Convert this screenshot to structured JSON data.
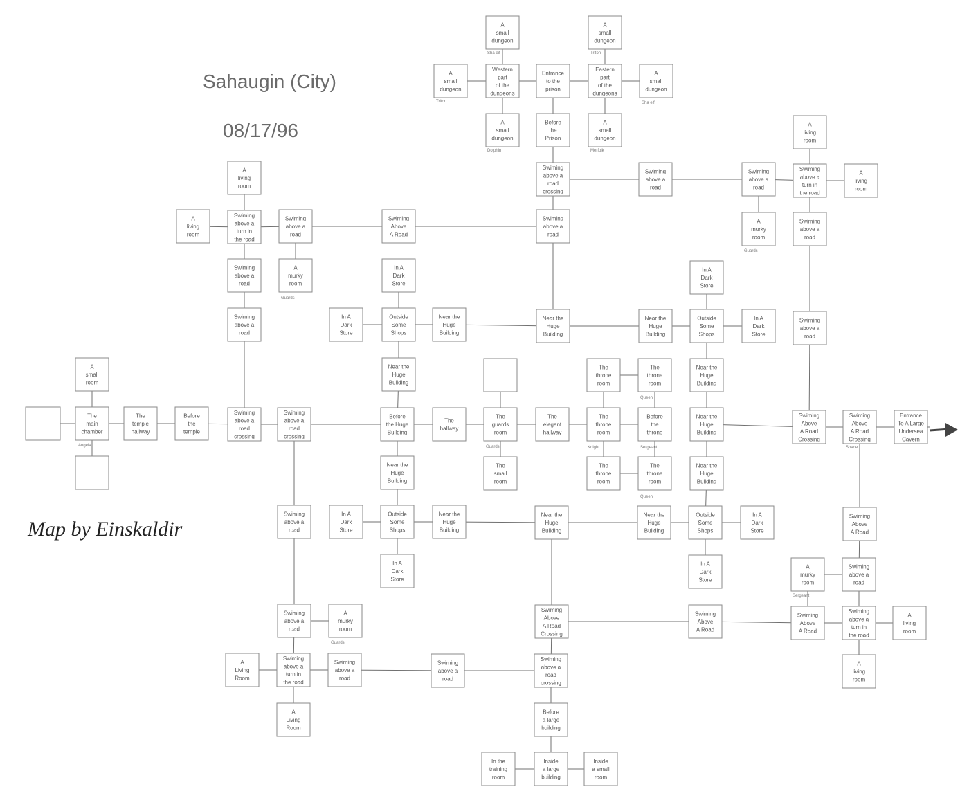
{
  "title": "Sahaugin (City)",
  "date": "08/17/96",
  "credit": "Map by Einskaldir",
  "colors": {
    "box_border": "#8a8a8a",
    "line": "#707070",
    "text": "#555555",
    "arrow": "#444444"
  },
  "rooms": [
    {
      "id": "wp_dun_top",
      "label": "A\nsmall\ndungeon"
    },
    {
      "id": "ep_dun_top",
      "label": "A\nsmall\ndungeon"
    },
    {
      "id": "w_dun_left",
      "label": "A\nsmall\ndungeon"
    },
    {
      "id": "west_dungeons",
      "label": "Western\npart\nof the\ndungeons"
    },
    {
      "id": "ent_prison",
      "label": "Entrance\nto the\nprison"
    },
    {
      "id": "east_dungeons",
      "label": "Eastern\npart\nof the\ndungeons"
    },
    {
      "id": "e_dun_right",
      "label": "A\nsmall\ndungeon"
    },
    {
      "id": "wp_dun_bot",
      "label": "A\nsmall\ndungeon"
    },
    {
      "id": "before_prison",
      "label": "Before\nthe\nPrison"
    },
    {
      "id": "ep_dun_bot",
      "label": "A\nsmall\ndungeon"
    },
    {
      "id": "tr_living_top",
      "label": "A\nliving\nroom"
    },
    {
      "id": "road_cross_n",
      "label": "Swiming\nabove a\nroad\ncrossing"
    },
    {
      "id": "road_n_mid",
      "label": "Swiming\nabove a\nroad"
    },
    {
      "id": "road_n_r1",
      "label": "Swiming\nabove a\nroad"
    },
    {
      "id": "turn_ne",
      "label": "Swiming\nabove a\nturn in\nthe road"
    },
    {
      "id": "living_ne",
      "label": "A\nliving\nroom"
    },
    {
      "id": "living_nw_top",
      "label": "A\nliving\nroom"
    },
    {
      "id": "living_nw_left",
      "label": "A\nliving\nroom"
    },
    {
      "id": "turn_nw",
      "label": "Swiming\nabove a\nturn in\nthe road"
    },
    {
      "id": "road_nw_r",
      "label": "Swiming\nabove a\nroad"
    },
    {
      "id": "above_road_n",
      "label": "Swiming\nAbove\nA Road"
    },
    {
      "id": "road_n2",
      "label": "Swiming\nabove a\nroad"
    },
    {
      "id": "murky_ne",
      "label": "A\nmurky\nroom"
    },
    {
      "id": "road_ne2",
      "label": "Swiming\nabove a\nroad"
    },
    {
      "id": "road_nw2",
      "label": "Swiming\nabove a\nroad"
    },
    {
      "id": "murky_nw",
      "label": "A\nmurky\nroom"
    },
    {
      "id": "dark_store_n1",
      "label": "In A\nDark\nStore"
    },
    {
      "id": "dark_store_n2",
      "label": "In A\nDark\nStore"
    },
    {
      "id": "road_nw3",
      "label": "Swiming\nabove a\nroad"
    },
    {
      "id": "dark_store_w1",
      "label": "In A\nDark\nStore"
    },
    {
      "id": "shops_nw",
      "label": "Outside\nSome\nShops"
    },
    {
      "id": "near_huge_n1",
      "label": "Near the\nHuge\nBuilding"
    },
    {
      "id": "near_huge_n2",
      "label": "Near the\nHuge\nBuilding"
    },
    {
      "id": "near_huge_n3",
      "label": "Near the\nHuge\nBuilding"
    },
    {
      "id": "shops_ne",
      "label": "Outside\nSome\nShops"
    },
    {
      "id": "dark_store_e1",
      "label": "In A\nDark\nStore"
    },
    {
      "id": "road_ne3",
      "label": "Swiming\nabove a\nroad"
    },
    {
      "id": "small_room_w",
      "label": "A\nsmall\nroom"
    },
    {
      "id": "near_huge_w1",
      "label": "Near the\nHuge\nBuilding"
    },
    {
      "id": "empty_guard_top",
      "label": ""
    },
    {
      "id": "throne_1",
      "label": "The\nthrone\nroom"
    },
    {
      "id": "throne_2",
      "label": "The\nthrone\nroom"
    },
    {
      "id": "near_huge_e1",
      "label": "Near the\nHuge\nBuilding"
    },
    {
      "id": "empty_far_w",
      "label": ""
    },
    {
      "id": "main_chamber",
      "label": "The\nmain\nchamber"
    },
    {
      "id": "temple_hallway",
      "label": "The\ntemple\nhallway"
    },
    {
      "id": "before_temple",
      "label": "Before\nthe\ntemple"
    },
    {
      "id": "cross_w1",
      "label": "Swiming\nabove a\nroad\ncrossing"
    },
    {
      "id": "cross_w2",
      "label": "Swiming\nabove a\nroad\ncrossing"
    },
    {
      "id": "before_huge",
      "label": "Before\nthe Huge\nBuilding"
    },
    {
      "id": "hallway",
      "label": "The\nhallway"
    },
    {
      "id": "guards_room",
      "label": "The\nguards\nroom"
    },
    {
      "id": "elegant_hallway",
      "label": "The\nelegant\nhallway"
    },
    {
      "id": "throne_3",
      "label": "The\nthrone\nroom"
    },
    {
      "id": "before_throne",
      "label": "Before\nthe\nthrone"
    },
    {
      "id": "near_huge_e2",
      "label": "Near the\nHuge\nBuilding"
    },
    {
      "id": "above_cross_e1",
      "label": "Swiming\nAbove\nA Road\nCrossing"
    },
    {
      "id": "above_cross_e2",
      "label": "Swiming\nAbove\nA Road\nCrossing"
    },
    {
      "id": "cavern_entrance",
      "label": "Entrance\nTo A Large\nUndersea\nCavern"
    },
    {
      "id": "empty_w_bot",
      "label": ""
    },
    {
      "id": "near_huge_w2",
      "label": "Near the\nHuge\nBuilding"
    },
    {
      "id": "small_room_guards",
      "label": "The\nsmall\nroom"
    },
    {
      "id": "throne_4",
      "label": "The\nthrone\nroom"
    },
    {
      "id": "throne_5",
      "label": "The\nthrone\nroom"
    },
    {
      "id": "near_huge_e3",
      "label": "Near the\nHuge\nBuilding"
    },
    {
      "id": "road_sw1",
      "label": "Swiming\nabove a\nroad"
    },
    {
      "id": "dark_store_sw1",
      "label": "In A\nDark\nStore"
    },
    {
      "id": "shops_sw",
      "label": "Outside\nSome\nShops"
    },
    {
      "id": "near_huge_s1",
      "label": "Near the\nHuge\nBuilding"
    },
    {
      "id": "near_huge_s2",
      "label": "Near the\nHuge\nBuilding"
    },
    {
      "id": "near_huge_s3",
      "label": "Near the\nHuge\nBuilding"
    },
    {
      "id": "shops_se",
      "label": "Outside\nSome\nShops"
    },
    {
      "id": "dark_store_se1",
      "label": "In A\nDark\nStore"
    },
    {
      "id": "above_road_se1",
      "label": "Swiming\nAbove\nA Road"
    },
    {
      "id": "dark_store_sw2",
      "label": "In A\nDark\nStore"
    },
    {
      "id": "dark_store_se2",
      "label": "In A\nDark\nStore"
    },
    {
      "id": "murky_se",
      "label": "A\nmurky\nroom"
    },
    {
      "id": "road_se1",
      "label": "Swiming\nabove a\nroad"
    },
    {
      "id": "road_sw2",
      "label": "Swiming\nabove a\nroad"
    },
    {
      "id": "murky_sw",
      "label": "A\nmurky\nroom"
    },
    {
      "id": "above_cross_s",
      "label": "Swiming\nAbove\nA Road\nCrossing"
    },
    {
      "id": "above_road_s1",
      "label": "Swiming\nAbove\nA Road"
    },
    {
      "id": "above_road_s2",
      "label": "Swiming\nAbove\nA Road"
    },
    {
      "id": "turn_se",
      "label": "Swiming\nabove a\nturn in\nthe road"
    },
    {
      "id": "living_se_r",
      "label": "A\nliving\nroom"
    },
    {
      "id": "living_sw_l",
      "label": "A\nLiving\nRoom"
    },
    {
      "id": "turn_sw",
      "label": "Swiming\nabove a\nturn in\nthe road"
    },
    {
      "id": "road_sw3",
      "label": "Swiming\nabove a\nroad"
    },
    {
      "id": "road_s_mid",
      "label": "Swiming\nabove a\nroad"
    },
    {
      "id": "cross_s2",
      "label": "Swiming\nabove a\nroad\ncrossing"
    },
    {
      "id": "living_se_bot",
      "label": "A\nliving\nroom"
    },
    {
      "id": "living_sw_bot",
      "label": "A\nLiving\nRoom"
    },
    {
      "id": "before_large",
      "label": "Before\na large\nbuilding"
    },
    {
      "id": "training_room",
      "label": "In the\ntraining\nroom"
    },
    {
      "id": "inside_large",
      "label": "Inside\na large\nbuilding"
    },
    {
      "id": "inside_small",
      "label": "Inside\na small\nroom"
    }
  ],
  "notes": [
    {
      "id": "n_shaxid",
      "text": "Sha eif"
    },
    {
      "id": "n_triton1",
      "text": "Triton"
    },
    {
      "id": "n_triton2",
      "text": "Triton"
    },
    {
      "id": "n_shaeif2",
      "text": "Sha eif"
    },
    {
      "id": "n_dolphin",
      "text": "Dolphin"
    },
    {
      "id": "n_merfolk",
      "text": "Merfolk"
    },
    {
      "id": "n_guards1",
      "text": "Guards"
    },
    {
      "id": "n_guards2",
      "text": "Guards"
    },
    {
      "id": "n_queen1",
      "text": "Queen"
    },
    {
      "id": "n_knight",
      "text": "Knight"
    },
    {
      "id": "n_sergeant",
      "text": "Sergeant"
    },
    {
      "id": "n_guards3",
      "text": "Guards"
    },
    {
      "id": "n_queen2",
      "text": "Queen"
    },
    {
      "id": "n_shade",
      "text": "Shade"
    },
    {
      "id": "n_guards4",
      "text": "Guards"
    },
    {
      "id": "n_sergeant2",
      "text": "Sergeant"
    },
    {
      "id": "n_angela",
      "text": "Angela"
    }
  ],
  "connections": [
    [
      "wp_dun_top",
      "west_dungeons"
    ],
    [
      "ep_dun_top",
      "east_dungeons"
    ],
    [
      "w_dun_left",
      "west_dungeons"
    ],
    [
      "west_dungeons",
      "ent_prison"
    ],
    [
      "ent_prison",
      "east_dungeons"
    ],
    [
      "east_dungeons",
      "e_dun_right"
    ],
    [
      "west_dungeons",
      "wp_dun_bot"
    ],
    [
      "ent_prison",
      "before_prison"
    ],
    [
      "east_dungeons",
      "ep_dun_bot"
    ],
    [
      "before_prison",
      "road_cross_n"
    ],
    [
      "road_cross_n",
      "road_n_mid"
    ],
    [
      "road_n_mid",
      "road_n_r1"
    ],
    [
      "road_n_r1",
      "turn_ne"
    ],
    [
      "turn_ne",
      "living_ne"
    ],
    [
      "tr_living_top",
      "turn_ne"
    ],
    [
      "road_cross_n",
      "road_n2"
    ],
    [
      "road_n_r1",
      "murky_ne"
    ],
    [
      "turn_ne",
      "road_ne2"
    ],
    [
      "living_nw_top",
      "turn_nw"
    ],
    [
      "living_nw_left",
      "turn_nw"
    ],
    [
      "turn_nw",
      "road_nw_r"
    ],
    [
      "road_nw_r",
      "above_road_n"
    ],
    [
      "above_road_n",
      "road_n2"
    ],
    [
      "turn_nw",
      "road_nw2"
    ],
    [
      "road_nw_r",
      "murky_nw"
    ],
    [
      "road_nw2",
      "road_nw3"
    ],
    [
      "dark_store_n1",
      "shops_nw"
    ],
    [
      "dark_store_w1",
      "shops_nw"
    ],
    [
      "shops_nw",
      "near_huge_n1"
    ],
    [
      "near_huge_n1",
      "near_huge_n2"
    ],
    [
      "road_n2",
      "near_huge_n2"
    ],
    [
      "near_huge_n2",
      "near_huge_n3"
    ],
    [
      "near_huge_n3",
      "shops_ne"
    ],
    [
      "shops_ne",
      "dark_store_e1"
    ],
    [
      "dark_store_n2",
      "shops_ne"
    ],
    [
      "road_ne2",
      "road_ne3"
    ],
    [
      "shops_nw",
      "near_huge_w1"
    ],
    [
      "shops_ne",
      "near_huge_e1"
    ],
    [
      "small_room_w",
      "main_chamber"
    ],
    [
      "empty_far_w",
      "main_chamber"
    ],
    [
      "main_chamber",
      "temple_hallway"
    ],
    [
      "temple_hallway",
      "before_temple"
    ],
    [
      "before_temple",
      "cross_w1"
    ],
    [
      "road_nw3",
      "cross_w1"
    ],
    [
      "cross_w1",
      "cross_w2"
    ],
    [
      "cross_w2",
      "before_huge"
    ],
    [
      "near_huge_w1",
      "before_huge"
    ],
    [
      "before_huge",
      "hallway"
    ],
    [
      "hallway",
      "guards_room"
    ],
    [
      "empty_guard_top",
      "guards_room"
    ],
    [
      "guards_room",
      "elegant_hallway"
    ],
    [
      "elegant_hallway",
      "throne_3"
    ],
    [
      "throne_1",
      "throne_2"
    ],
    [
      "throne_1",
      "throne_3"
    ],
    [
      "throne_3",
      "before_throne"
    ],
    [
      "before_throne",
      "throne_2"
    ],
    [
      "near_huge_e1",
      "near_huge_e2"
    ],
    [
      "near_huge_e2",
      "above_cross_e1"
    ],
    [
      "road_ne3",
      "above_cross_e1"
    ],
    [
      "above_cross_e1",
      "above_cross_e2"
    ],
    [
      "above_cross_e2",
      "cavern_entrance"
    ],
    [
      "main_chamber",
      "empty_w_bot"
    ],
    [
      "before_huge",
      "near_huge_w2"
    ],
    [
      "guards_room",
      "small_room_guards"
    ],
    [
      "throne_3",
      "throne_4"
    ],
    [
      "throne_4",
      "throne_5"
    ],
    [
      "before_throne",
      "throne_5"
    ],
    [
      "near_huge_e2",
      "near_huge_e3"
    ],
    [
      "cross_w2",
      "road_sw1"
    ],
    [
      "dark_store_sw1",
      "shops_sw"
    ],
    [
      "near_huge_w2",
      "shops_sw"
    ],
    [
      "shops_sw",
      "near_huge_s1"
    ],
    [
      "near_huge_s1",
      "near_huge_s2"
    ],
    [
      "near_huge_s2",
      "near_huge_s3"
    ],
    [
      "near_huge_s3",
      "shops_se"
    ],
    [
      "near_huge_e3",
      "shops_se"
    ],
    [
      "shops_se",
      "dark_store_se1"
    ],
    [
      "above_cross_e2",
      "above_road_se1"
    ],
    [
      "shops_sw",
      "dark_store_sw2"
    ],
    [
      "shops_se",
      "dark_store_se2"
    ],
    [
      "above_road_se1",
      "road_se1"
    ],
    [
      "murky_se",
      "road_se1"
    ],
    [
      "road_sw1",
      "road_sw2"
    ],
    [
      "road_sw2",
      "murky_sw"
    ],
    [
      "near_huge_s2",
      "above_cross_s"
    ],
    [
      "above_cross_s",
      "above_road_s1"
    ],
    [
      "above_road_s1",
      "above_road_s2"
    ],
    [
      "above_road_s2",
      "turn_se"
    ],
    [
      "turn_se",
      "living_se_r"
    ],
    [
      "road_se1",
      "turn_se"
    ],
    [
      "murky_se",
      "above_road_s2"
    ],
    [
      "road_sw2",
      "turn_sw"
    ],
    [
      "living_sw_l",
      "turn_sw"
    ],
    [
      "turn_sw",
      "road_sw3"
    ],
    [
      "road_sw3",
      "road_s_mid"
    ],
    [
      "road_s_mid",
      "cross_s2"
    ],
    [
      "above_cross_s",
      "cross_s2"
    ],
    [
      "turn_se",
      "living_se_bot"
    ],
    [
      "turn_sw",
      "living_sw_bot"
    ],
    [
      "cross_s2",
      "before_large"
    ],
    [
      "before_large",
      "inside_large"
    ],
    [
      "training_room",
      "inside_large"
    ],
    [
      "inside_large",
      "inside_small"
    ]
  ]
}
